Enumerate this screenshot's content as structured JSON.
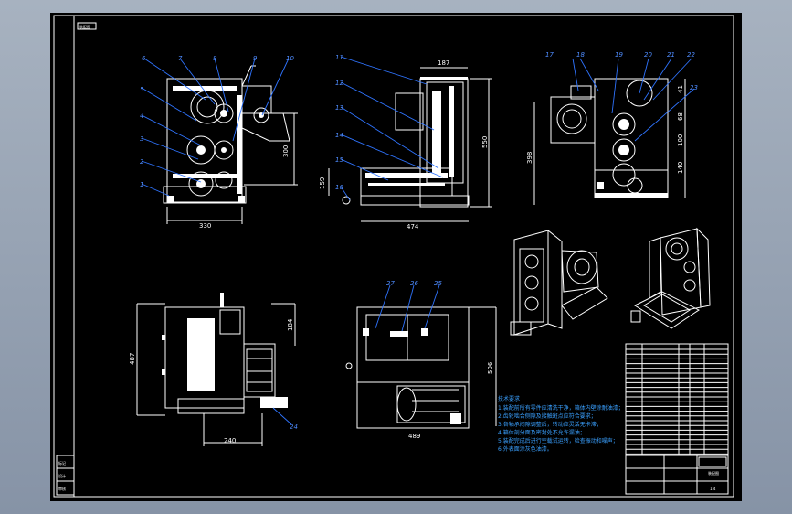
{
  "drawing": {
    "title_tag": "装配图",
    "view1": {
      "dims": {
        "height": "300",
        "width": "330"
      },
      "callouts": [
        "1",
        "2",
        "3",
        "4",
        "5",
        "6",
        "7",
        "8",
        "9",
        "10"
      ]
    },
    "view2": {
      "dims": {
        "top": "187",
        "height": "550",
        "left": "159",
        "width": "474"
      },
      "callouts": [
        "11",
        "12",
        "13",
        "14",
        "15",
        "16"
      ]
    },
    "view3": {
      "dims": {
        "left": "398",
        "d1": "41",
        "d2": "68",
        "d3": "100",
        "d4": "140"
      },
      "callouts": [
        "17",
        "18",
        "19",
        "20",
        "21",
        "22",
        "23"
      ]
    },
    "view4": {
      "dims": {
        "left": "487",
        "right": "184",
        "width": "240"
      },
      "callouts": [
        "24"
      ]
    },
    "view5": {
      "dims": {
        "right": "506",
        "width": "489"
      },
      "callouts": [
        "27",
        "26",
        "25"
      ]
    },
    "notes": {
      "heading": "技术要求",
      "lines": [
        "1.装配前所有零件应清洗干净，箱体内壁涂耐油漆；",
        "2.齿轮啮合侧隙及接触斑点应符合要求；",
        "3.各轴承间隙调整后，转动应灵活无卡滞；",
        "4.箱体剖分面及密封处不允许漏油；",
        "5.装配完成后进行空载试运转，检查振动和噪声；",
        "6.外表面涂灰色油漆。"
      ]
    },
    "title_block": {
      "name": "装配图",
      "scale": "1:4"
    },
    "left_strip": [
      "标记",
      "设计",
      "审核"
    ]
  },
  "colors": {
    "line": "#ffffff",
    "leader": "#2f74ff",
    "note": "#3aa0ff",
    "background": "#000000"
  }
}
